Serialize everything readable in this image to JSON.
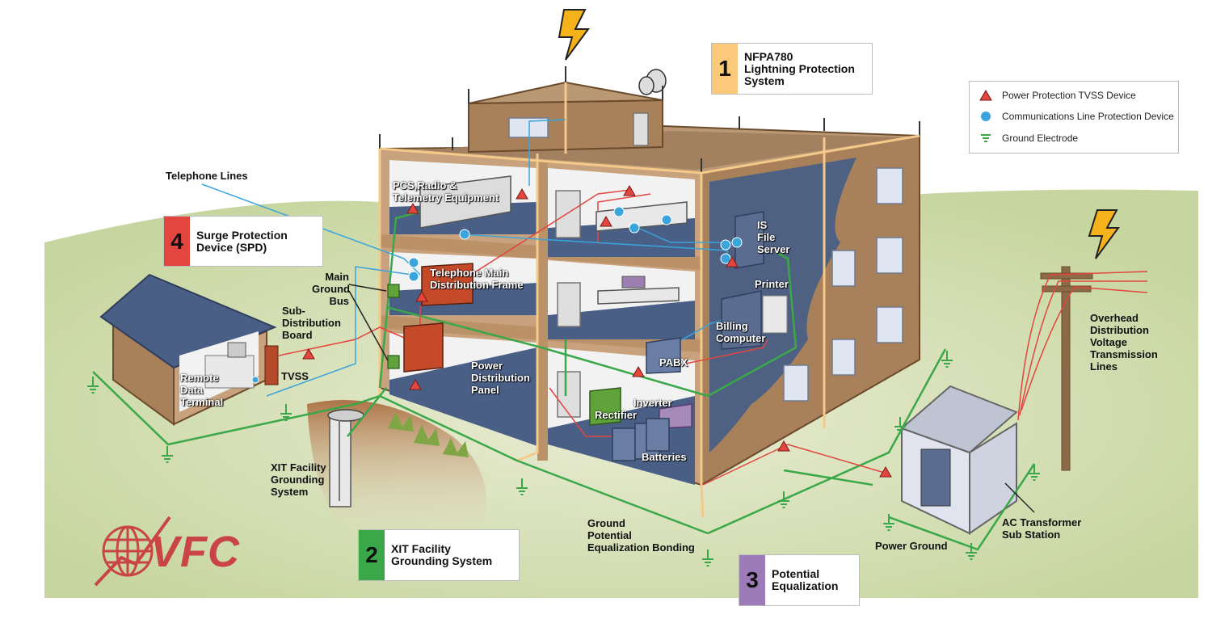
{
  "callouts": {
    "c1": {
      "number": "1",
      "lines": [
        "NFPA780",
        "Lightning Protection",
        "System"
      ],
      "color": "#fbc97a"
    },
    "c2": {
      "number": "2",
      "lines": [
        "XIT Facility",
        "Grounding System"
      ],
      "color": "#3aa849"
    },
    "c3": {
      "number": "3",
      "lines": [
        "Potential",
        "Equalization"
      ],
      "color": "#9d7bb8"
    },
    "c4": {
      "number": "4",
      "lines": [
        "Surge Protection",
        "Device (SPD)"
      ],
      "color": "#e2463f"
    }
  },
  "legend": {
    "items": [
      {
        "label": "Power Protection TVSS Device",
        "icon": "red-triangle-icon",
        "color": "#e2463f"
      },
      {
        "label": "Communications Line Protection Device",
        "icon": "blue-dot-icon",
        "color": "#3aa4dc"
      },
      {
        "label": "Ground Electrode",
        "icon": "ground-electrode-icon",
        "color": "#3aa849"
      }
    ]
  },
  "labels": {
    "telephone_lines": "Telephone Lines",
    "pcs_radio": [
      "PCS,Radio &",
      "Telemetry Equipment"
    ],
    "telephone_main": [
      "Telephone Main",
      "Distribution Frame"
    ],
    "main_ground_bus": [
      "Main",
      "Ground",
      "Bus"
    ],
    "sub_distribution": [
      "Sub-",
      "Distribution",
      "Board"
    ],
    "tvss": "TVSS",
    "remote_data": [
      "Remote",
      "Data",
      "Terminal"
    ],
    "power_distribution": [
      "Power",
      "Distribution",
      "Panel"
    ],
    "is_file_server": [
      "IS",
      "File",
      "Server"
    ],
    "printer": "Printer",
    "billing_computer": [
      "Billing",
      "Computer"
    ],
    "pabx": "PABX",
    "inverter": "Inverter",
    "rectifier": "Rectifier",
    "batteries": "Batteries",
    "xit_facility": [
      "XIT Facility",
      "Grounding",
      "System"
    ],
    "ground_potential": [
      "Ground",
      "Potential",
      "Equalization Bonding"
    ],
    "overhead": [
      "Overhead",
      "Distribution",
      "Voltage",
      "Transmission",
      "Lines"
    ],
    "ac_transformer": [
      "AC Transformer",
      "Sub Station"
    ],
    "power_ground": "Power Ground"
  },
  "logo": {
    "text": "VFC",
    "color": "#c94446"
  },
  "colors": {
    "ground": "#3aa849",
    "comm": "#3aa4dc",
    "power": "#e2463f",
    "wall": "#a8805a",
    "floor": "#4a5f86",
    "lightning": "#f5b21a"
  }
}
